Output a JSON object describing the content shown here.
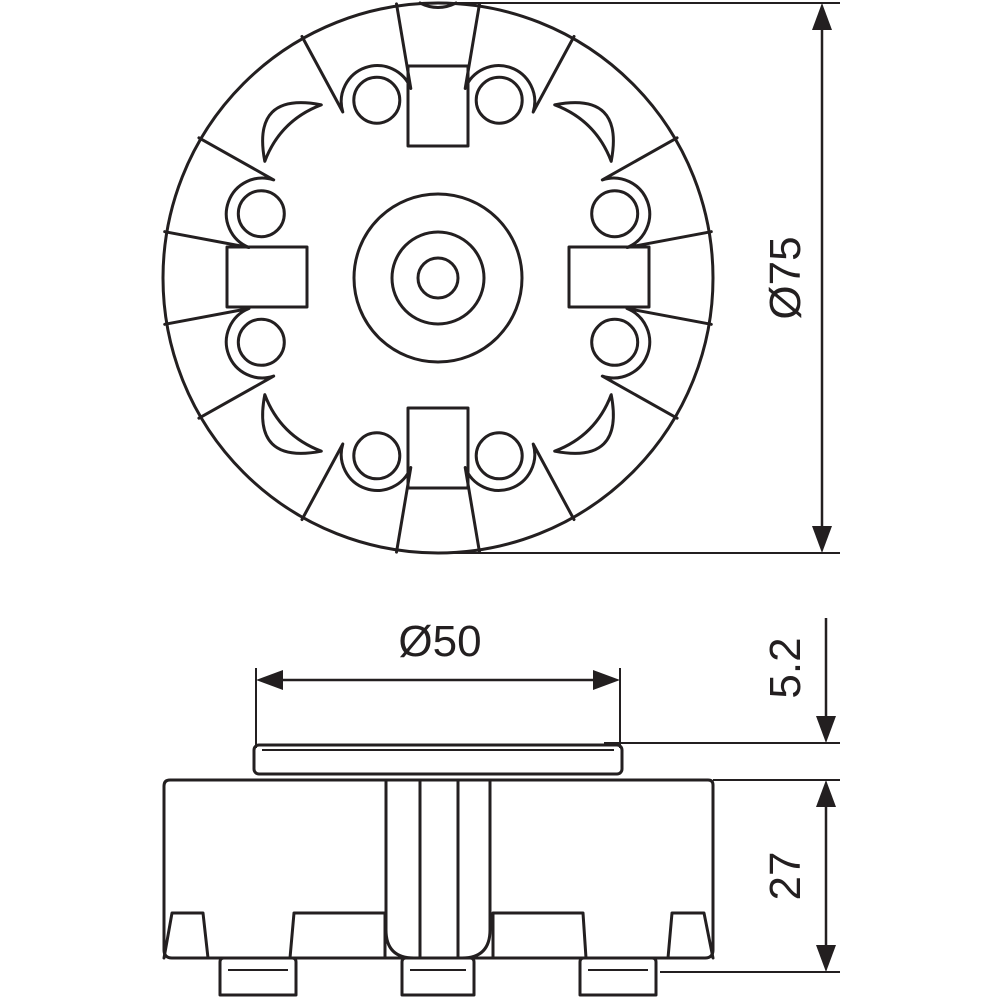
{
  "diagram": {
    "dimensions": {
      "outer_diameter": "Ø75",
      "collar_diameter": "Ø50",
      "collar_height": "5.2",
      "body_height": "27"
    },
    "colors": {
      "line": "#231f20",
      "background": "#ffffff"
    }
  }
}
